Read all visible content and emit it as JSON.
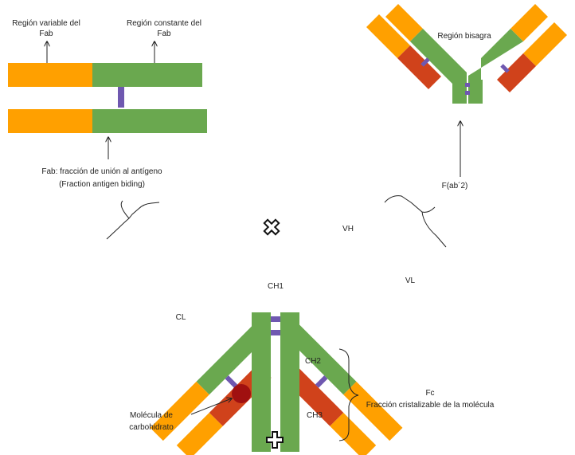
{
  "colors": {
    "variable": "#ffa000",
    "constant": "#6aa84f",
    "light_constant": "#d0421b",
    "disulfide": "#6f58b0",
    "carbohydrate": "#a01010",
    "line": "#222222"
  },
  "fab_panel": {
    "variable_label_1": "Región variable  del",
    "variable_label_2": "Fab",
    "constant_label_1": "Región constante del",
    "constant_label_2": "Fab",
    "caption_1": "Fab: fracción de unión al antígeno",
    "caption_2": "(Fraction antigen biding)"
  },
  "f_ab2_panel": {
    "hinge_label": "Región bisagra",
    "caption": "F(ab´2)"
  },
  "antibody": {
    "vh": "VH",
    "vl": "VL",
    "ch1": "CH1",
    "cl": "CL",
    "ch2": "CH2",
    "ch3": "CH3",
    "fc_1": "Fc",
    "fc_2": "Fracción cristalizable de la molécula",
    "carb_1": "Molécula de",
    "carb_2": "carbohidrato"
  },
  "symbols": {
    "cut_icon": "x-cut-icon",
    "plus_icon": "plus-icon"
  }
}
